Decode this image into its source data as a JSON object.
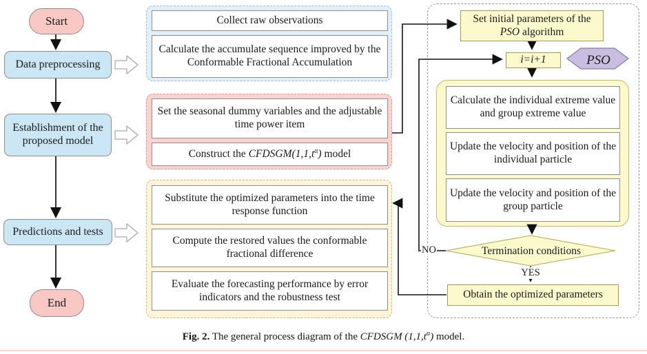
{
  "left_column": {
    "start_label": "Start",
    "step1_label": "Data preprocessing",
    "step2_label": "Establishment of the proposed model",
    "step3_label": "Predictions and tests",
    "end_label": "End"
  },
  "preprocessing_group": {
    "box1": "Collect raw observations",
    "box2": "Calculate the accumulate sequence improved by the Conformable Fractional Accumulation"
  },
  "model_group": {
    "box1": "Set the seasonal dummy variables and the adjustable time power item",
    "box2_prefix": "Construct the ",
    "box2_math": "CFDSGM(1,1,t",
    "box2_sup": "α",
    "box2_close": ")",
    "box2_suffix": " model"
  },
  "prediction_group": {
    "box1": "Substitute the optimized parameters into the time response function",
    "box2": "Compute the restored values the conformable fractional difference",
    "box3": "Evaluate the forecasting performance by error indicators and the robustness test"
  },
  "pso_panel": {
    "init_line1": "Set initial parameters of the",
    "init_pso": "PSO",
    "init_line2_rest": " algorithm",
    "counter_label": "i=i+1",
    "hexagon_label": "PSO",
    "step1": "Calculate the individual extreme value and group extreme value",
    "step2": "Update the velocity and position of the individual particle",
    "step3": "Update the velocity and position of the group particle",
    "decision_label": "Termination conditions",
    "no_label": "NO",
    "yes_label": "YES",
    "result_label": "Obtain the optimized parameters"
  },
  "caption": {
    "fig_label": "Fig. 2.",
    "prefix": "  The general process diagram of the ",
    "math": "CFDSGM (1,1,t",
    "sup": "α",
    "close": ")",
    "suffix": " model."
  },
  "colors": {
    "pink_fill": "#f8c8c5",
    "blue_fill": "#cbe6f5",
    "blue_group_fill": "#e2eff9",
    "blue_group_border": "#9cc1d8",
    "pink_group_fill": "#f9d3d0",
    "pink_group_border": "#dd9b99",
    "cream_group_fill": "#fdf4da",
    "cream_group_border": "#d4b87d",
    "yellow_fill": "#fcfacd",
    "yellow_border": "#9f9a60",
    "purple_fill": "#c9bedd",
    "purple_border": "#8b7cab",
    "line_color": "#111111"
  }
}
